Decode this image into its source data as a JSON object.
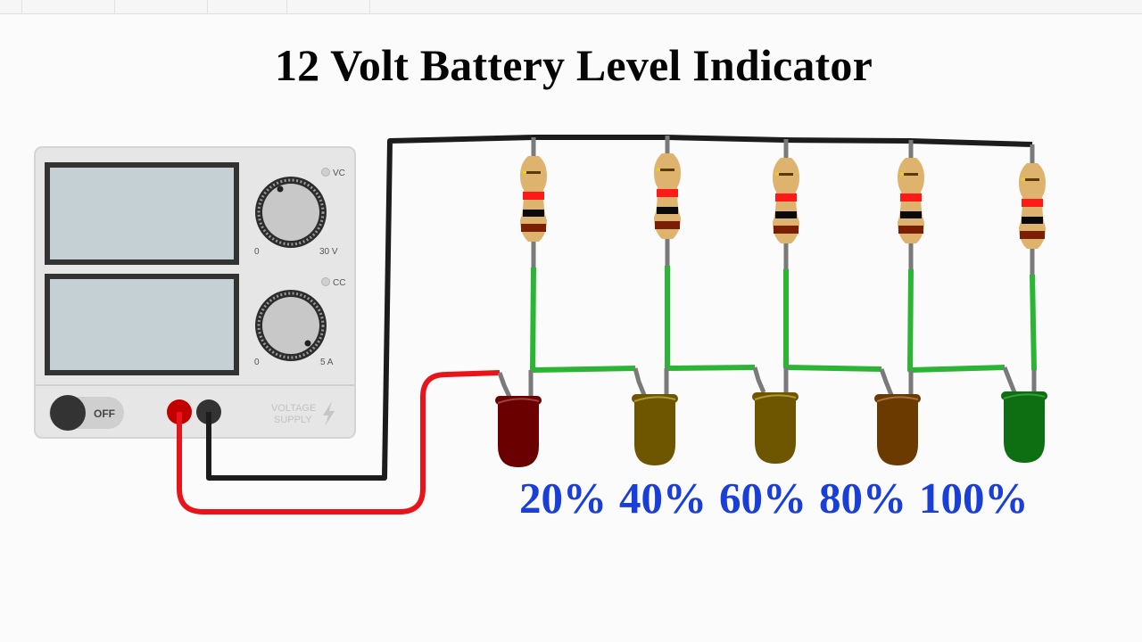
{
  "title": "12 Volt Battery Level Indicator",
  "power_supply": {
    "label_line1": "VOLTAGE",
    "label_line2": "SUPPLY",
    "switch_label": "OFF",
    "voltage_knob": {
      "indicator": "VC",
      "min": "0",
      "max": "30 V"
    },
    "current_knob": {
      "indicator": "CC",
      "min": "0",
      "max": "5 A"
    }
  },
  "resistors": [
    {
      "bands": [
        "#ff1a1a",
        "#0a0a0a",
        "#7a1e06"
      ]
    },
    {
      "bands": [
        "#ff1a1a",
        "#0a0a0a",
        "#7a1e06"
      ]
    },
    {
      "bands": [
        "#ff1a1a",
        "#0a0a0a",
        "#7a1e06"
      ]
    },
    {
      "bands": [
        "#ff1a1a",
        "#0a0a0a",
        "#7a1e06"
      ]
    },
    {
      "bands": [
        "#ff1a1a",
        "#0a0a0a",
        "#7a1e06"
      ]
    }
  ],
  "leds": [
    {
      "level": "20%",
      "color": "#6b0000"
    },
    {
      "level": "40%",
      "color": "#6e5600"
    },
    {
      "level": "60%",
      "color": "#6e5600"
    },
    {
      "level": "80%",
      "color": "#6a3a00"
    },
    {
      "level": "100%",
      "color": "#0d6e12"
    }
  ],
  "levels": [
    "20%",
    "40%",
    "60%",
    "80%",
    "100%"
  ],
  "colors": {
    "wire_positive": "#e8141a",
    "wire_negative": "#1c1c1c",
    "wire_signal": "#2cb534",
    "label_blue": "#1a3fd8"
  }
}
